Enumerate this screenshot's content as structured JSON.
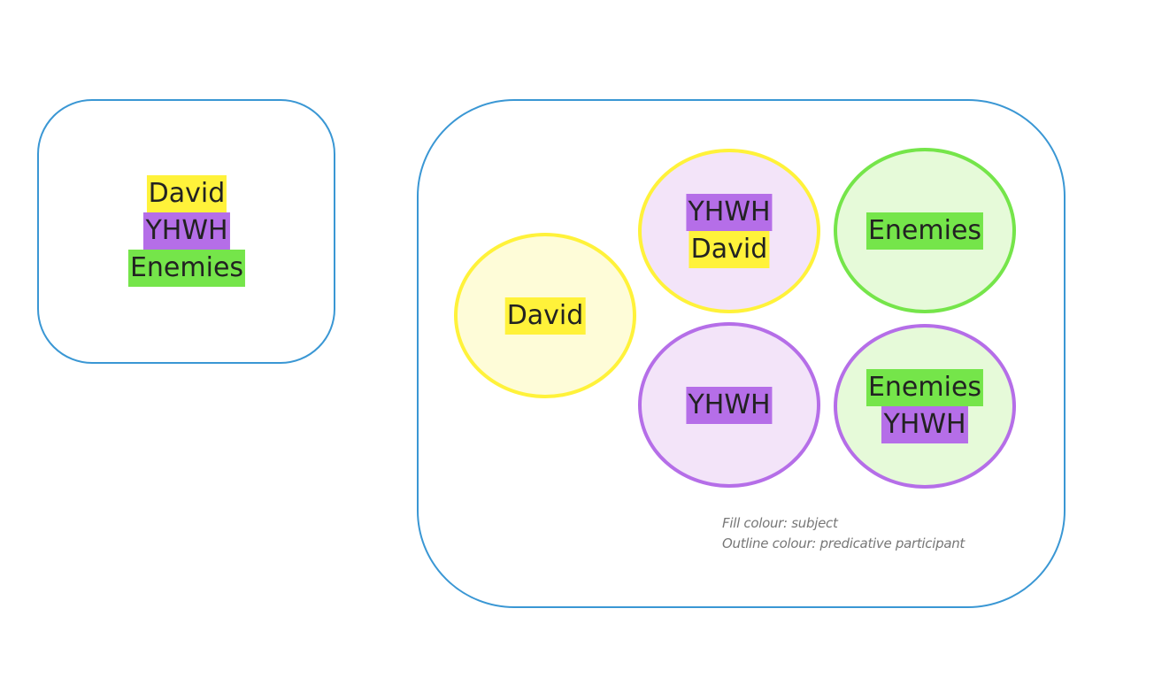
{
  "colors": {
    "frame": "#3a97d4",
    "david": "#fff23a",
    "yhwh": "#b56ee8",
    "enemies": "#75e54a",
    "david_fill": "#fefcd8",
    "yhwh_fill": "#f3e4f9",
    "enemies_fill": "#e6fad9",
    "note_text": "#777777"
  },
  "legend": {
    "items": [
      {
        "label": "David",
        "participant": "david"
      },
      {
        "label": "YHWH",
        "participant": "yhwh"
      },
      {
        "label": "Enemies",
        "participant": "enemies"
      }
    ]
  },
  "bubbles": [
    {
      "id": "david",
      "subject": "david",
      "predicative": "david",
      "tags": [
        {
          "label": "David",
          "participant": "david"
        }
      ]
    },
    {
      "id": "yhwh-david",
      "subject": "yhwh",
      "predicative": "david",
      "tags": [
        {
          "label": "YHWH",
          "participant": "yhwh"
        },
        {
          "label": "David",
          "participant": "david"
        }
      ]
    },
    {
      "id": "enemies",
      "subject": "enemies",
      "predicative": "enemies",
      "tags": [
        {
          "label": "Enemies",
          "participant": "enemies"
        }
      ]
    },
    {
      "id": "yhwh",
      "subject": "yhwh",
      "predicative": "yhwh",
      "tags": [
        {
          "label": "YHWH",
          "participant": "yhwh"
        }
      ]
    },
    {
      "id": "enemies-yhwh",
      "subject": "enemies",
      "predicative": "yhwh",
      "tags": [
        {
          "label": "Enemies",
          "participant": "enemies"
        },
        {
          "label": "YHWH",
          "participant": "yhwh"
        }
      ]
    }
  ],
  "notes": {
    "fill": "Fill colour: subject",
    "outline": "Outline colour: predicative participant"
  }
}
